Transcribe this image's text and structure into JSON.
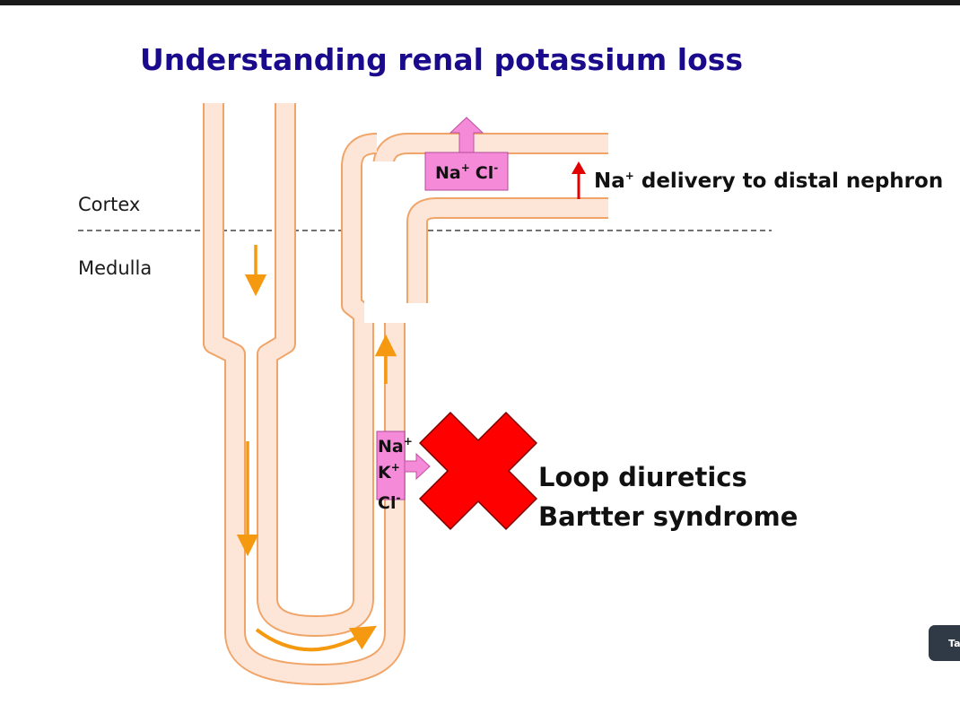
{
  "slide": {
    "title": "Understanding renal potassium loss",
    "cortex_label": "Cortex",
    "medulla_label": "Medulla"
  },
  "top_transporter": {
    "na": "Na",
    "na_charge": "+",
    "cl": "Cl",
    "cl_charge": "-"
  },
  "loop_transporter": {
    "na": "Na",
    "na_charge": "+",
    "k": "K",
    "k_charge": "+",
    "cl": "Cl",
    "cl_charge": "-"
  },
  "delivery": {
    "na": "Na",
    "na_charge": "+",
    "text": " delivery to distal nephron"
  },
  "blockers": {
    "line1": "Loop diuretics",
    "line2": "Bartter syndrome"
  },
  "side_tab": {
    "label": "Ta"
  },
  "colors": {
    "title": "#1a0a8c",
    "tubule_fill": "#fde6d8",
    "tubule_edge": "#f0a468",
    "flow_arrow": "#f59a10",
    "transporter": "#f58ad8",
    "block_cross": "#ff0000",
    "up_arrow": "#e00000"
  }
}
